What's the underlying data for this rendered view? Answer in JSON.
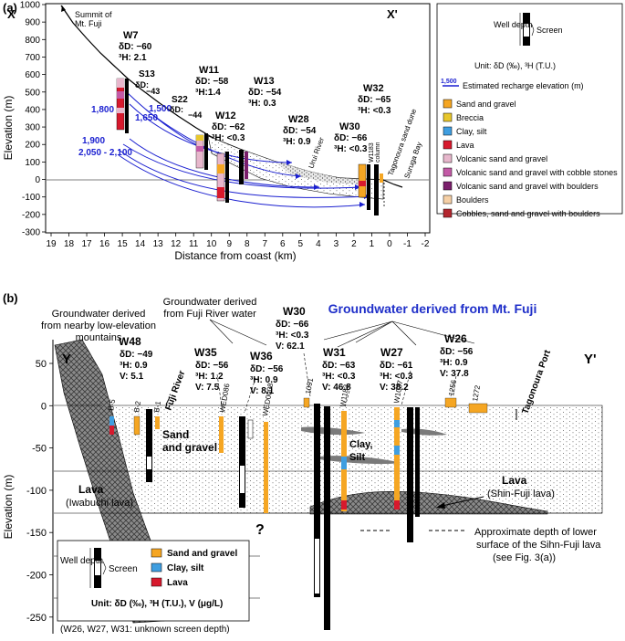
{
  "colors": {
    "sand_gravel": "#f5a623",
    "breccia": "#e8c72c",
    "clay_silt": "#3f9ee0",
    "lava": "#d7192d",
    "volcanic_sand_gravel": "#e7b7cc",
    "volcanic_cobble": "#c35aa6",
    "volcanic_boulders": "#7a1f6b",
    "boulders": "#f6d0a6",
    "cobbles": "#b3262e",
    "recharge_line": "#1a1fd0",
    "fuji_label": "#1f2fc9"
  },
  "panel_a": {
    "label": "(a)",
    "x_left": "X",
    "x_right": "X'",
    "summit_label_1": "Summit of",
    "summit_label_2": "Mt. Fuji",
    "y_label": "Elevation (m)",
    "x_label": "Distance from coast (km)",
    "y_ticks": [
      "1000",
      "900",
      "800",
      "700",
      "600",
      "500",
      "400",
      "300",
      "200",
      "100",
      "0",
      "-100",
      "-200",
      "-300"
    ],
    "x_ticks": [
      "19",
      "18",
      "17",
      "16",
      "15",
      "14",
      "13",
      "12",
      "11",
      "10",
      "9",
      "8",
      "7",
      "6",
      "5",
      "4",
      "3",
      "2",
      "1",
      "0",
      "-1",
      "-2"
    ],
    "recharge_labels": [
      "1,800",
      "1,650",
      "1,500",
      "1,900",
      "2,050 - 2,100"
    ],
    "place_labels": {
      "uruiriver": "Urui River",
      "tagonoura": "Tagonoura sand dune",
      "suruga": "Suruga Bay",
      "w1183": "W1183",
      "column": "column"
    },
    "wells": [
      {
        "name": "W7",
        "dd": "δD: −60",
        "h": "³H: 2.1"
      },
      {
        "name": "S13",
        "dd": "δD:",
        "h": "−43"
      },
      {
        "name": "S22",
        "dd": "δD:",
        "h": "−44"
      },
      {
        "name": "W11",
        "dd": "δD: −58",
        "h": "³H:1.4"
      },
      {
        "name": "W13",
        "dd": "δD: −54",
        "h": "³H: 0.3"
      },
      {
        "name": "W12",
        "dd": "δD: −62",
        "h": "³H: <0.3"
      },
      {
        "name": "W28",
        "dd": "δD: −54",
        "h": "³H: 0.9"
      },
      {
        "name": "W30",
        "dd": "δD: −66",
        "h": "³H: <0.3"
      },
      {
        "name": "W32",
        "dd": "δD: −65",
        "h": "³H: <0.3"
      }
    ],
    "legend": {
      "well_depth": "Well depth",
      "screen": "Screen",
      "unit": "Unit: δD (‰), ³H (T.U.)",
      "recharge_value": "1,500",
      "recharge_text": "Estimated recharge elevation (m)",
      "items": [
        {
          "label": "Sand and gravel",
          "color_key": "sand_gravel"
        },
        {
          "label": "Breccia",
          "color_key": "breccia"
        },
        {
          "label": "Clay, silt",
          "color_key": "clay_silt"
        },
        {
          "label": "Lava",
          "color_key": "lava"
        },
        {
          "label": "Volcanic sand and gravel",
          "color_key": "volcanic_sand_gravel"
        },
        {
          "label": "Volcanic sand and gravel with cobble stones",
          "color_key": "volcanic_cobble"
        },
        {
          "label": "Volcanic sand and gravel with boulders",
          "color_key": "volcanic_boulders"
        },
        {
          "label": "Boulders",
          "color_key": "boulders"
        },
        {
          "label": "Cobbles, sand and gravel with boulders",
          "color_key": "cobbles"
        }
      ]
    }
  },
  "panel_b": {
    "label": "(b)",
    "y_left": "Y",
    "y_right": "Y'",
    "y_label": "Elevation (m)",
    "y_ticks": [
      "50",
      "0",
      "-50",
      "-100",
      "-150",
      "-200",
      "-250"
    ],
    "title_low": [
      "Groundwater derived",
      "from nearby low-elevation",
      "mountains"
    ],
    "title_fuji_river": [
      "Groundwater derived",
      "from Fuji River water"
    ],
    "title_mt_fuji": "Groundwater derived from Mt. Fuji",
    "wells": [
      {
        "name": "W48",
        "dd": "δD: −49",
        "h": "³H:  0.9",
        "v": "V:  5.1"
      },
      {
        "name": "W35",
        "dd": "δD: −56",
        "h": "³H:  1.2",
        "v": "V:  7.5"
      },
      {
        "name": "W36",
        "dd": "δD: −56",
        "h": "³H:  0.9",
        "v": "V:  8.1"
      },
      {
        "name": "W30",
        "dd": "δD: −66",
        "h": "³H: <0.3",
        "v": "V: 62.1"
      },
      {
        "name": "W31",
        "dd": "δD: −63",
        "h": "³H: <0.3",
        "v": "V: 46.8"
      },
      {
        "name": "W27",
        "dd": "δD: −61",
        "h": "³H: <0.3",
        "v": "V: 38.2"
      },
      {
        "name": "W26",
        "dd": "δD: −56",
        "h": "³H:  0.9",
        "v": "V: 37.8"
      }
    ],
    "well_ids": [
      "B-5",
      "B-2",
      "B-1",
      "WED086",
      "WED0008",
      "1091",
      "W1183",
      "W1037",
      "1256",
      "1272"
    ],
    "place_labels": {
      "fuji_river": "Fuji River",
      "tagonoura_port": "Tagonoura Port",
      "sand_gravel": [
        "Sand",
        "and gravel"
      ],
      "clay_silt": [
        "Clay,",
        "Silt"
      ],
      "lava_left": "Lava",
      "lava_left_sub": "(Iwabuchi lava)",
      "lava_right": "Lava",
      "lava_right_sub": "(Shin-Fuji lava)",
      "question": "?",
      "approx": [
        "Approximate depth of lower",
        "surface of the Sihn-Fuji lava",
        "(see Fig. 3(a))"
      ]
    },
    "legend": {
      "well_depth": "Well depth",
      "screen": "Screen",
      "items": [
        {
          "label": "Sand and gravel",
          "color_key": "sand_gravel"
        },
        {
          "label": "Clay, silt",
          "color_key": "clay_silt"
        },
        {
          "label": "Lava",
          "color_key": "lava"
        }
      ],
      "unit": "Unit: δD (‰), ³H (T.U.), V (μg/L)",
      "note": "(W26, W27, W31: unknown screen depth)"
    }
  }
}
